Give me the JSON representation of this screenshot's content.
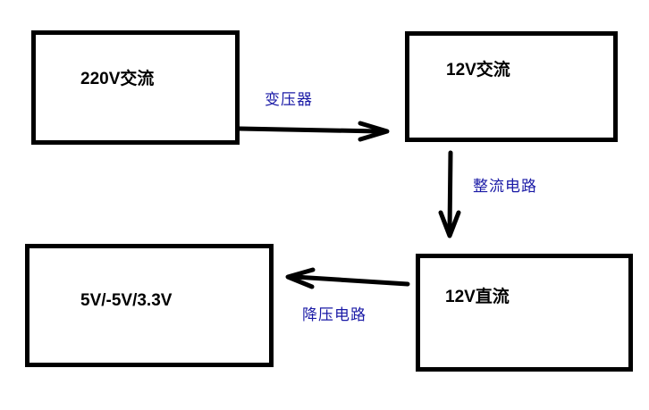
{
  "diagram": {
    "nodes": {
      "ac220": {
        "label": "220V交流"
      },
      "ac12": {
        "label": "12V交流"
      },
      "dc12": {
        "label": "12V直流"
      },
      "out": {
        "label": "5V/-5V/3.3V"
      }
    },
    "edges": {
      "transformer": {
        "label": "变压器",
        "from": "220V交流",
        "to": "12V交流"
      },
      "rectifier": {
        "label": "整流电路",
        "from": "12V交流",
        "to": "12V直流"
      },
      "stepdown": {
        "label": "降压电路",
        "from": "12V直流",
        "to": "5V/-5V/3.3V"
      }
    },
    "colors": {
      "box_border": "#000000",
      "arrow": "#000000",
      "node_text": "#000000",
      "edge_text": "#1a1aa6"
    }
  }
}
